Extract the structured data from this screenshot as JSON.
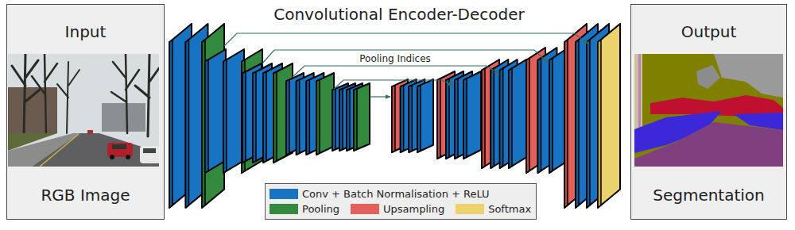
{
  "diagram": {
    "title": "Convolutional Encoder-Decoder",
    "nodes": [
      {
        "text": [
          "Input",
          "RGB Image"
        ]
      },
      {
        "text": [
          "Output",
          "Segmentation"
        ]
      }
    ],
    "labels": [
      "Pooling Indices"
    ],
    "legend": [
      {
        "text": "Conv + Batch Normalisation + ReLU",
        "color": "#1874c2"
      },
      {
        "text": "Pooling",
        "color": "#338a3e"
      },
      {
        "text": "Upsampling",
        "color": "#e3605a"
      },
      {
        "text": "Softmax",
        "color": "#ecd26c"
      }
    ]
  }
}
